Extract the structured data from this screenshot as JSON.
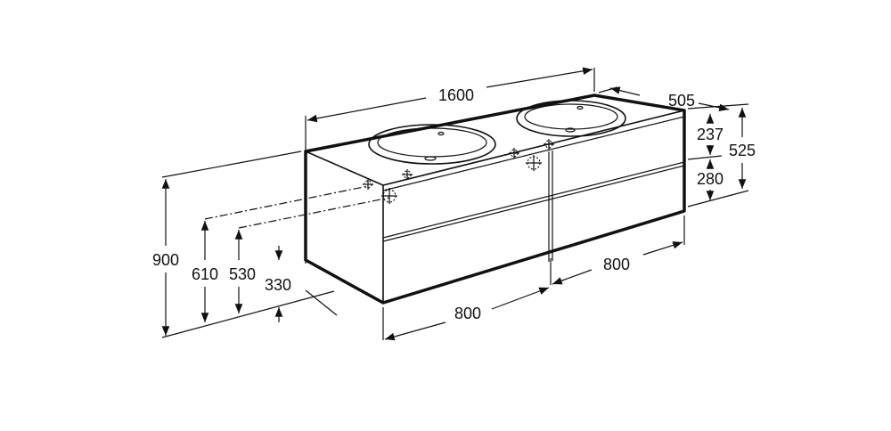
{
  "dimensions": {
    "total_width": "1600",
    "depth": "505",
    "height": "900",
    "left_module_width": "800",
    "right_module_width": "800",
    "top_drawer_height": "237",
    "bottom_drawer_height": "280",
    "cabinet_height": "525",
    "supply_height_1": "610",
    "supply_height_2": "530",
    "drain_height": "330"
  }
}
